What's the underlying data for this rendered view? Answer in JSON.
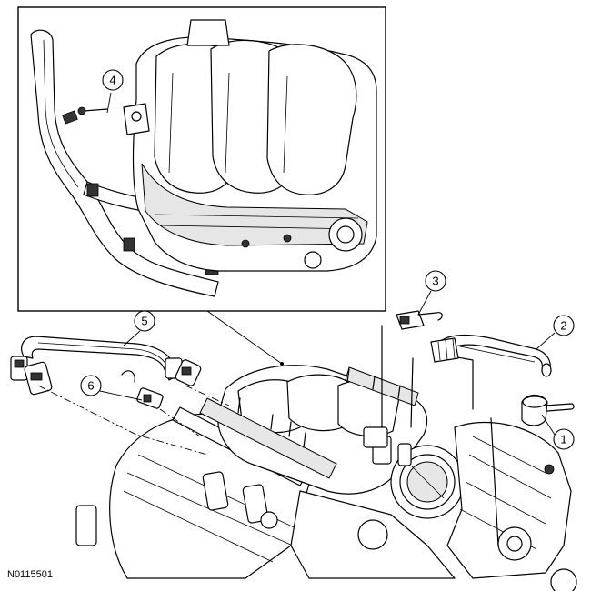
{
  "figure_id": "N0115501",
  "callouts": [
    "1",
    "2",
    "3",
    "4",
    "5",
    "6"
  ]
}
